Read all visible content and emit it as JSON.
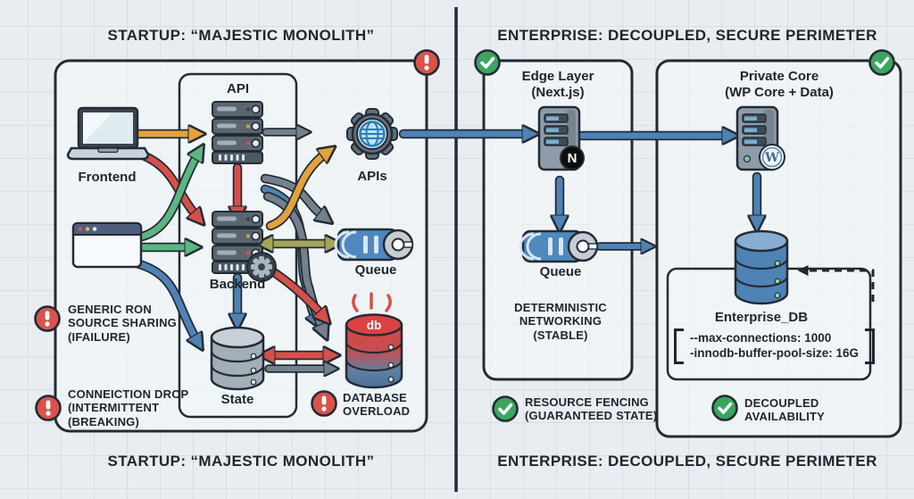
{
  "titles": {
    "startup": "STARTUP: “MAJESTIC MONOLITH”",
    "enterprise": "ENTERPRISE: DECOUPLED, SECURE PERIMETER"
  },
  "monolith": {
    "frontend_label": "Frontend",
    "api_label": "API",
    "backend_label": "Backend",
    "state_label": "State",
    "apis_label": "APIs",
    "queue_label": "Queue",
    "db_badge": "db",
    "warnings": {
      "generic": [
        "GENERIC RON",
        "SOURCE SHARING",
        "(IFAILURE)"
      ],
      "connection": [
        "CONNEICTION DROP",
        "(INTERMITTENT",
        "(BREAKING)"
      ],
      "overload": [
        "DATABASE",
        "OVERLOAD"
      ]
    }
  },
  "enterprise": {
    "edge_title": [
      "Edge Layer",
      "(Next.js)"
    ],
    "core_title": [
      "Private Core",
      "(WP Core + Data)"
    ],
    "queue_label": "Queue",
    "nextjs_badge": "N",
    "wordpress_badge": "W",
    "deterministic": [
      "DETERMINISTIC",
      "NETWORKING",
      "(STABLE)"
    ],
    "resource_fencing": [
      "RESOURCE FENCING",
      "(GUARANTEED STATE)"
    ],
    "decoupled": [
      "DECOUPLED",
      "AVAILABILITY"
    ],
    "db_name": "Enterprise_DB",
    "db_config": [
      "--max-connections: 1000",
      "-innodb-buffer-pool-size: 16G"
    ]
  },
  "colors": {
    "ink": "#232b34",
    "arrow_blue": "#4f82b5",
    "arrow_red": "#d6504a",
    "arrow_green": "#5cb583",
    "arrow_orange": "#e3a23f",
    "arrow_olive": "#a6a558",
    "arrow_gray": "#74808c",
    "ok_green": "#3aa55d",
    "alert_red": "#d9534b",
    "db_red": "#d94343",
    "db_blue": "#4f82b5"
  }
}
